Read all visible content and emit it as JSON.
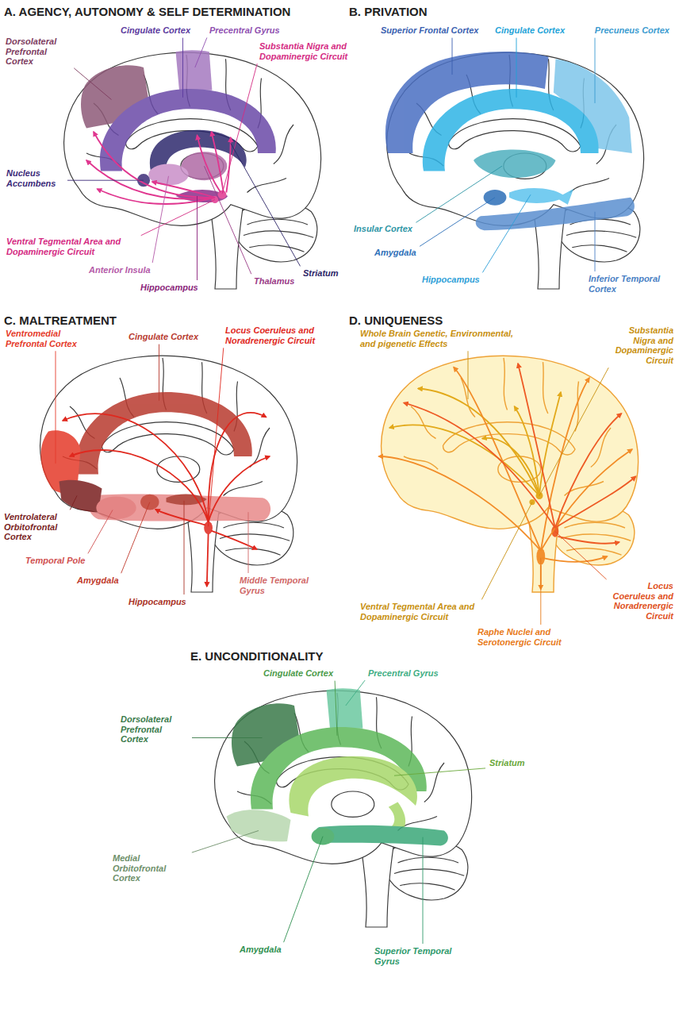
{
  "diagram": {
    "labels": [
      "A. AGENCY, AUTONOMY & SELF DETERMINATION",
      "Dorsolateral Prefrontal Cortex",
      "Cingulate Cortex",
      "Precentral Gyrus",
      "Substantia Nigra and Dopaminergic Circuit",
      "Nucleus Accumbens",
      "Ventral Tegmental Area and Dopaminergic Circuit",
      "Anterior Insula",
      "Hippocampus",
      "Thalamus",
      "Striatum",
      "B. PRIVATION",
      "Superior Frontal Cortex",
      "Cingulate Cortex",
      "Precuneus Cortex",
      "Insular Cortex",
      "Amygdala",
      "Hippocampus",
      "Inferior Temporal Cortex",
      "C. MALTREATMENT",
      "Ventromedial Prefrontal Cortex",
      "Cingulate Cortex",
      "Locus Coeruleus and Noradrenergic Circuit",
      "Ventrolateral Orbitofrontal Cortex",
      "Temporal Pole",
      "Amygdala",
      "Hippocampus",
      "Middle Temporal Gyrus",
      "D. UNIQUENESS",
      "Whole Brain Genetic, Environmental, and pigenetic Effects",
      "Substantia Nigra and Dopaminergic Circuit",
      "Ventral Tegmental Area and Dopaminergic Circuit",
      "Raphe Nuclei and Serotonergic Circuit",
      "Locus Coeruleus and Noradrenergic Circuit",
      "E. UNCONDITIONALITY",
      "Dorsolateral Prefrontal Cortex",
      "Cingulate Cortex",
      "Precentral Gyrus",
      "Striatum",
      "Medial Orbitofrontal Cortex",
      "Amygdala",
      "Superior Temporal Gyrus"
    ]
  }
}
